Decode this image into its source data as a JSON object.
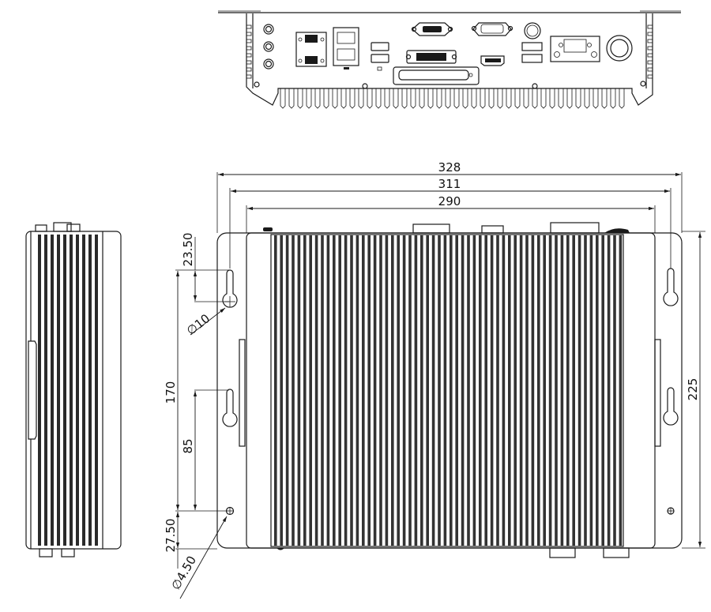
{
  "drawing": {
    "views": [
      "front-io-panel-view",
      "side-view",
      "top-view"
    ],
    "dimensions": {
      "width_overall": "328",
      "width_mounting": "311",
      "width_body": "290",
      "depth_overall": "225",
      "hole_spacing_total": "170",
      "hole_spacing_half": "85",
      "top_offset": "23.50",
      "bottom_offset": "27.50",
      "keyhole_diameter": "∅10",
      "screw_hole_diameter": "∅4.50"
    },
    "units": "mm",
    "io_ports": [
      "antenna-1",
      "antenna-2",
      "antenna-3",
      "terminal-block-dual",
      "rj45-dual-lan",
      "usb-pair-1",
      "vga",
      "dvi",
      "expansion-slot",
      "serial-db9",
      "hdmi",
      "ps2-mini-din",
      "usb-pair-2",
      "dc-power-terminal",
      "power-button"
    ],
    "colors": {
      "line": "#1a1a1a",
      "background": "#ffffff"
    }
  }
}
